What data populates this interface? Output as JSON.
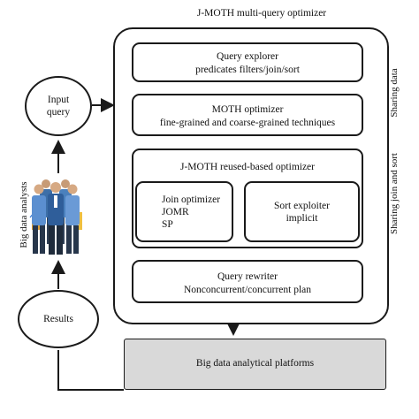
{
  "optimizer_title": "J-MOTH multi-query optimizer",
  "query_explorer": {
    "line1": "Query explorer",
    "line2": "predicates filters/join/sort"
  },
  "moth_optimizer": {
    "line1": "MOTH optimizer",
    "line2": "fine-grained and coarse-grained techniques"
  },
  "reused_optimizer": {
    "title": "J-MOTH reused-based optimizer"
  },
  "join_optimizer": {
    "line1": "Join optimizer",
    "line2": "JOMR",
    "line3": "SP"
  },
  "sort_exploiter": {
    "line1": "Sort exploiter",
    "line2": "implicit"
  },
  "query_rewriter": {
    "line1": "Query rewriter",
    "line2": "Nonconcurrent/concurrent plan"
  },
  "platforms": {
    "label": "Big data analytical platforms"
  },
  "input_query": {
    "line1": "Input",
    "line2": "query"
  },
  "results": {
    "label": "Results"
  },
  "analysts": {
    "label": "Big data analysts",
    "icon": "people-group-icon"
  },
  "side_labels": {
    "sharing_data": "Sharing data",
    "sharing_join_sort": "Sharing join and sort"
  },
  "colors": {
    "platform_fill": "#d9d9d9",
    "stroke": "#1a1a1a"
  }
}
